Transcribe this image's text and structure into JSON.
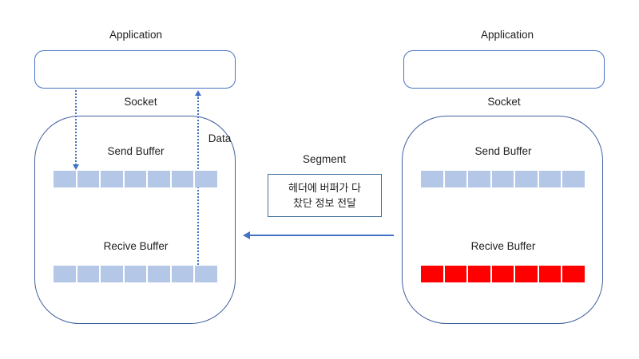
{
  "colors": {
    "outline_blue": "#40619e",
    "app_box_border": "#4a74c4",
    "arrow_blue": "#4472c4",
    "segment_box_border": "#41719c",
    "cell_blue": "#b4c7e7",
    "cell_red": "#ff0000",
    "text": "#1f1f1f",
    "background": "#ffffff"
  },
  "left_host": {
    "application_label": "Application",
    "socket_label": "Socket",
    "send_buffer_label": "Send Buffer",
    "receive_buffer_label": "Recive Buffer",
    "data_label": "Data",
    "send_cell_count": 7,
    "receive_cell_count": 7,
    "send_cell_state": "free",
    "receive_cell_state": "free"
  },
  "right_host": {
    "application_label": "Application",
    "socket_label": "Socket",
    "send_buffer_label": "Send Buffer",
    "receive_buffer_label": "Recive Buffer",
    "send_cell_count": 7,
    "receive_cell_count": 7,
    "send_cell_state": "free",
    "receive_cell_state": "full"
  },
  "segment": {
    "label": "Segment",
    "message_line1": "헤더에 버퍼가 다",
    "message_line2": "찼단 정보 전달"
  }
}
